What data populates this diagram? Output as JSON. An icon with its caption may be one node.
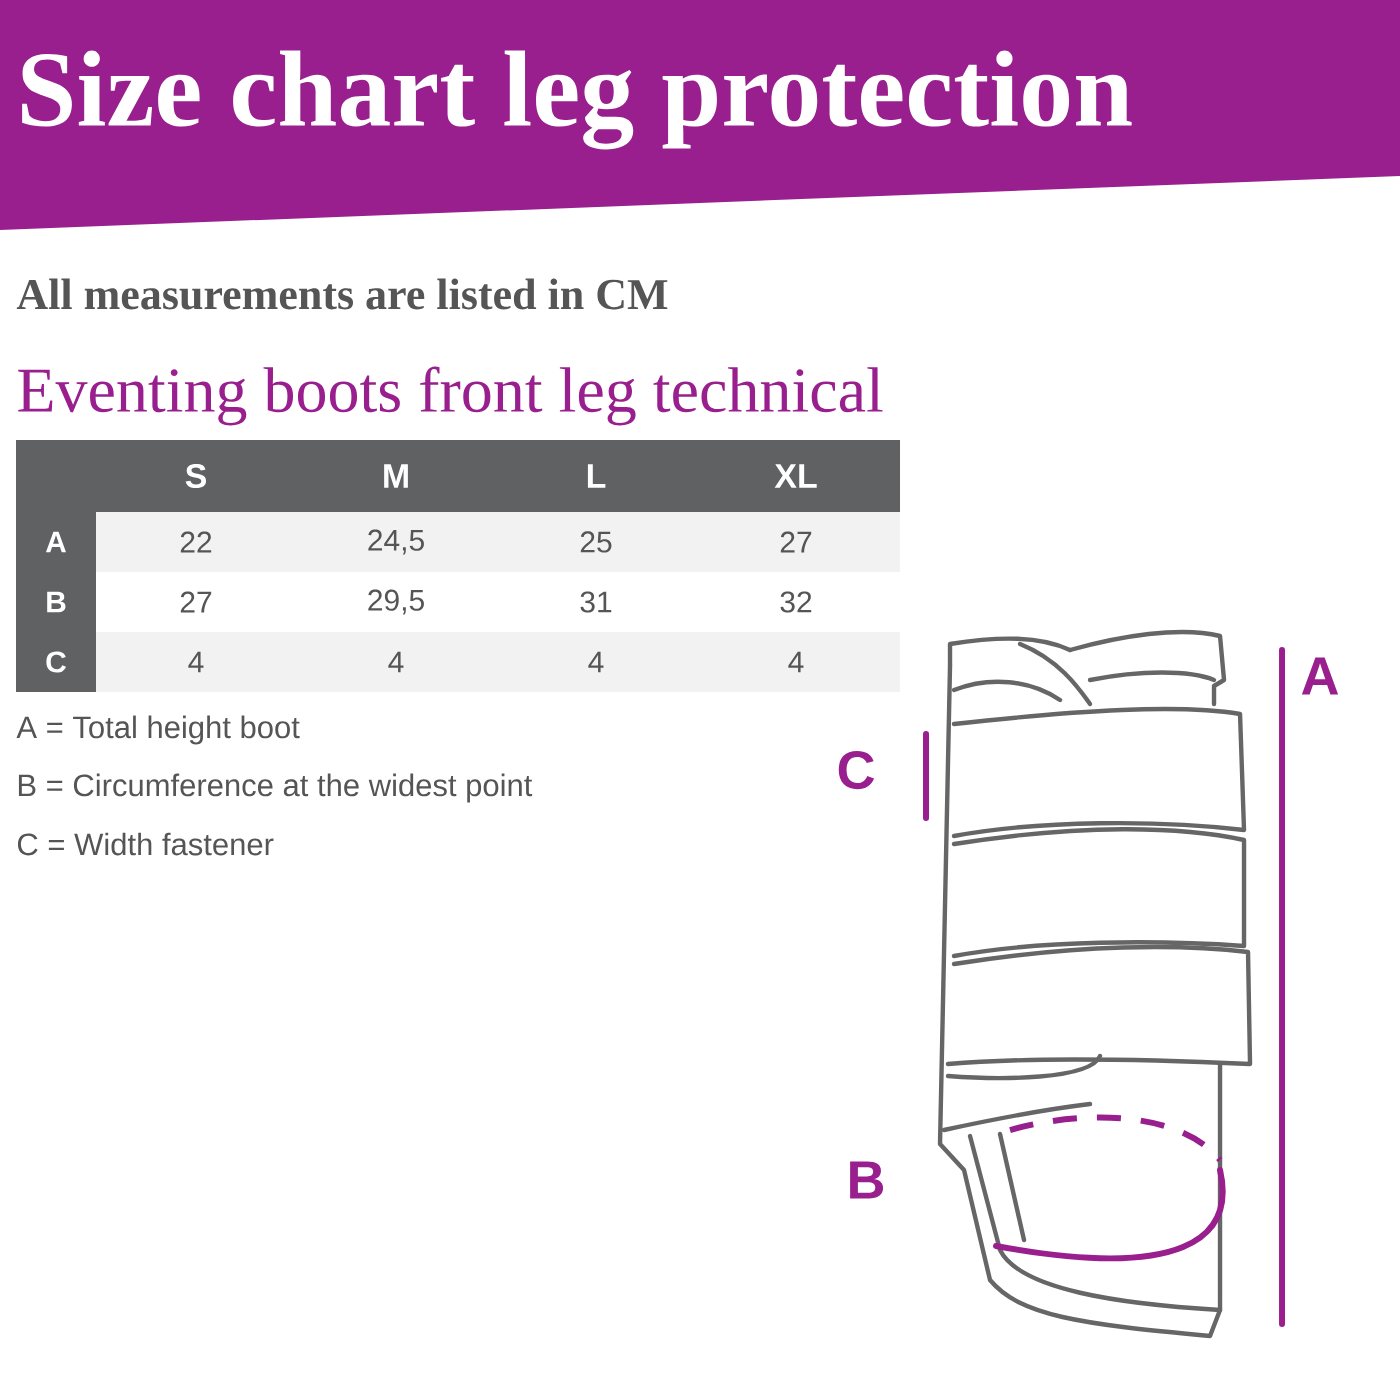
{
  "diagram": {
    "title": "Size chart leg protection",
    "labels": [
      "All measurements are listed in CM",
      "Eventing boots front leg technical",
      "S",
      "M",
      "L",
      "XL",
      "A",
      "22",
      "24,5",
      "25",
      "27",
      "B",
      "27",
      "29,5",
      "31",
      "32",
      "C",
      "4",
      "4",
      "4",
      "4",
      "A = Total height boot",
      "B = Circumference at the widest point",
      "C = Width fastener",
      "A",
      "C",
      "B"
    ]
  }
}
